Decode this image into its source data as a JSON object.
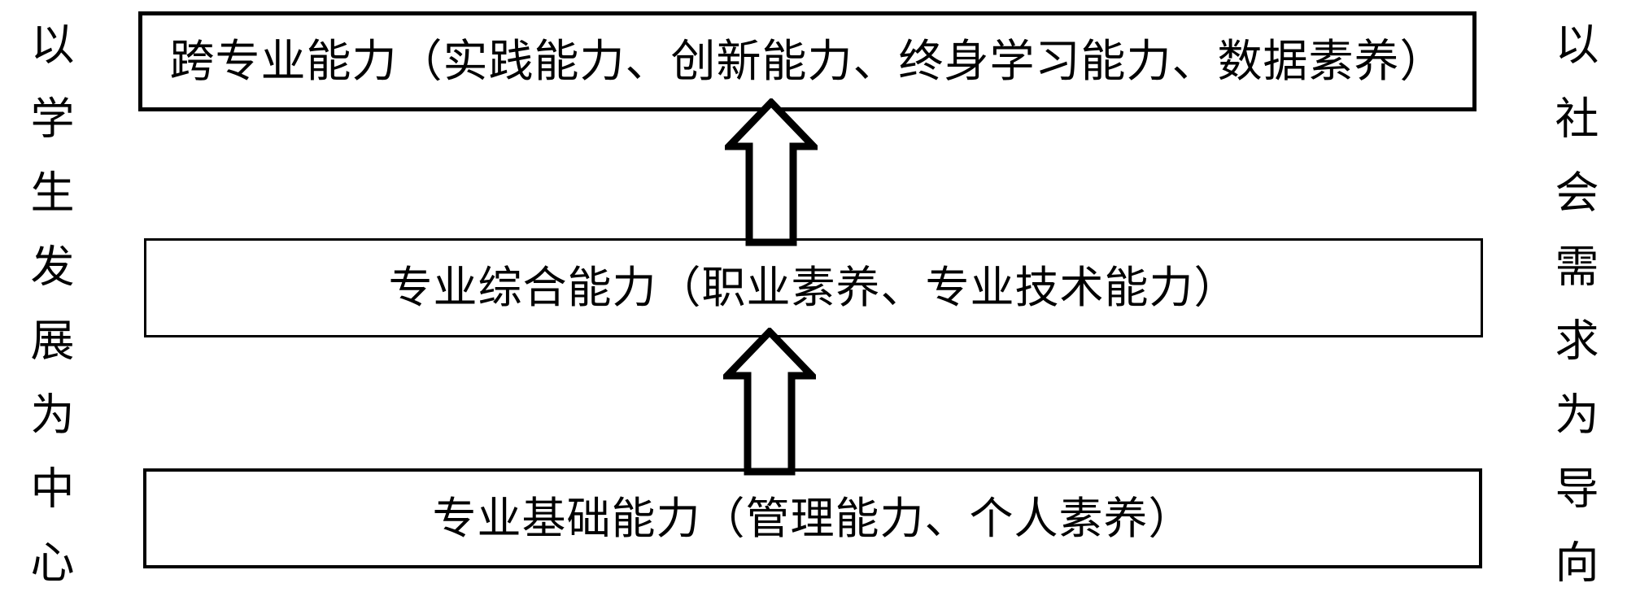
{
  "diagram": {
    "left_label": "以学生发展为中心",
    "right_label": "以社会需求为导向",
    "levels": [
      {
        "id": "top",
        "label": "跨专业能力（实践能力、创新能力、终身学习能力、数据素养）"
      },
      {
        "id": "middle",
        "label": "专业综合能力（职业素养、专业技术能力）"
      },
      {
        "id": "bottom",
        "label": "专业基础能力（管理能力、个人素养）"
      }
    ],
    "arrows": [
      {
        "from": "bottom",
        "to": "middle",
        "direction": "up"
      },
      {
        "from": "middle",
        "to": "top",
        "direction": "up"
      }
    ],
    "colors": {
      "background": "#ffffff",
      "line": "#000000",
      "text": "#000000"
    }
  }
}
